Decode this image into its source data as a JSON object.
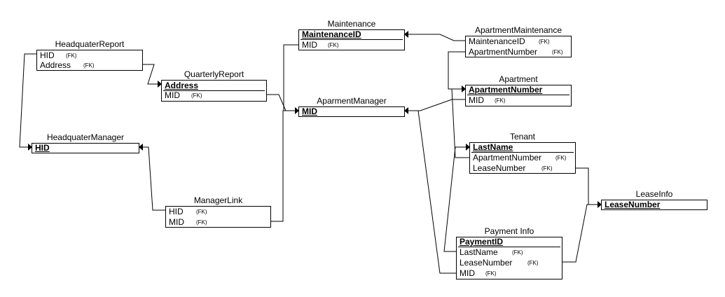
{
  "entities": {
    "headquater_report": {
      "title": "HeadquaterReport",
      "rows": [
        "HID",
        "Address"
      ],
      "fk": "(FK)"
    },
    "quarterly_report": {
      "title": "QuarterlyReport",
      "pk": "Address",
      "rows": [
        "MID"
      ],
      "fk": "(FK)"
    },
    "headquater_manager": {
      "title": "HeadquaterManager",
      "pk": "HID"
    },
    "manager_link": {
      "title": "ManagerLink",
      "rows": [
        "HID",
        "MID"
      ],
      "fk": "(FK)"
    },
    "maintenance": {
      "title": "Maintenance",
      "pk": "MaintenanceID",
      "rows": [
        "MID"
      ],
      "fk": "(FK)"
    },
    "aparment_manager": {
      "title": "AparmentManager",
      "pk": "MID"
    },
    "apartment_maintenance": {
      "title": "ApartmentMaintenance",
      "rows": [
        "MaintenanceID",
        "ApartmentNumber"
      ],
      "fk": "(FK)"
    },
    "apartment": {
      "title": "Apartment",
      "pk": "ApartmentNumber",
      "rows": [
        "MID"
      ],
      "fk": "(FK)"
    },
    "tenant": {
      "title": "Tenant",
      "pk": "LastName",
      "rows": [
        "ApartmentNumber",
        "LeaseNumber"
      ],
      "fk": "(FK)"
    },
    "lease_info": {
      "title": "LeaseInfo",
      "pk": "LeaseNumber"
    },
    "payment_info": {
      "title": "Payment Info",
      "pk": "PaymentID",
      "rows": [
        "LastName",
        "LeaseNumber",
        "MID"
      ],
      "fk": "(FK)"
    }
  }
}
